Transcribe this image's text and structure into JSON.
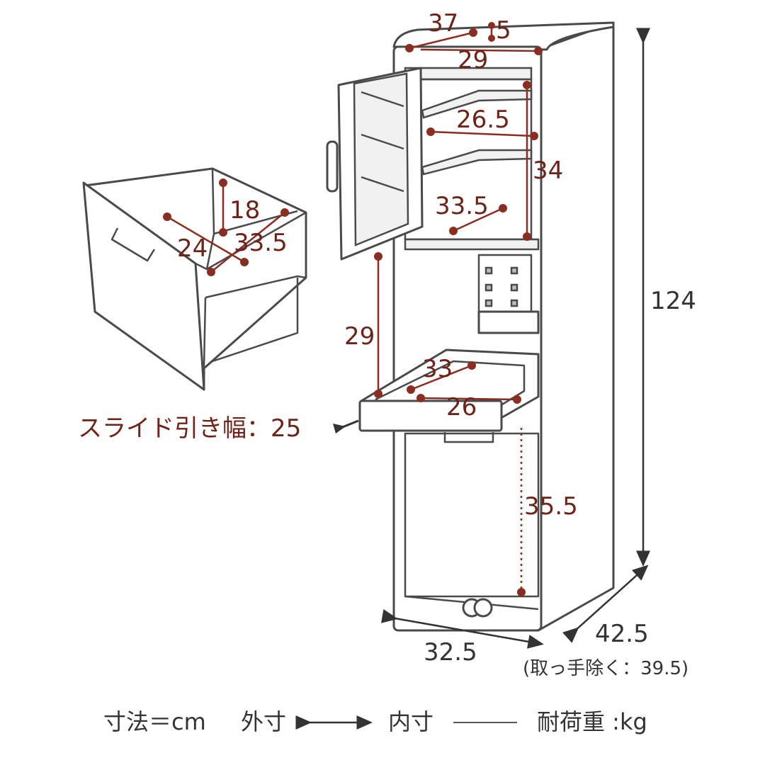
{
  "inner_dims": {
    "top_width": "37",
    "top_depth_small": "5",
    "top_inner": "29",
    "shelf_width": "26.5",
    "shelf_height": "34",
    "shelf_depth": "33.5",
    "door_to_slide": "29",
    "slide_depth": "33",
    "slide_width": "26",
    "lower_height": "35.5"
  },
  "drawer_dims": {
    "height": "18",
    "width": "24",
    "depth": "33.5"
  },
  "outer_dims": {
    "height": "124",
    "width": "32.5",
    "depth": "42.5",
    "depth_note": "(取っ手除く：39.5)"
  },
  "slide_note": "スライド引き幅：25",
  "legend": {
    "units": "寸法＝cm",
    "outer_label": "外寸",
    "inner_label": "内寸",
    "load_label": "耐荷重 :kg"
  },
  "colors": {
    "inner_dimension": "#8a2e22",
    "outline": "#4a4a4a",
    "text": "#333333"
  }
}
